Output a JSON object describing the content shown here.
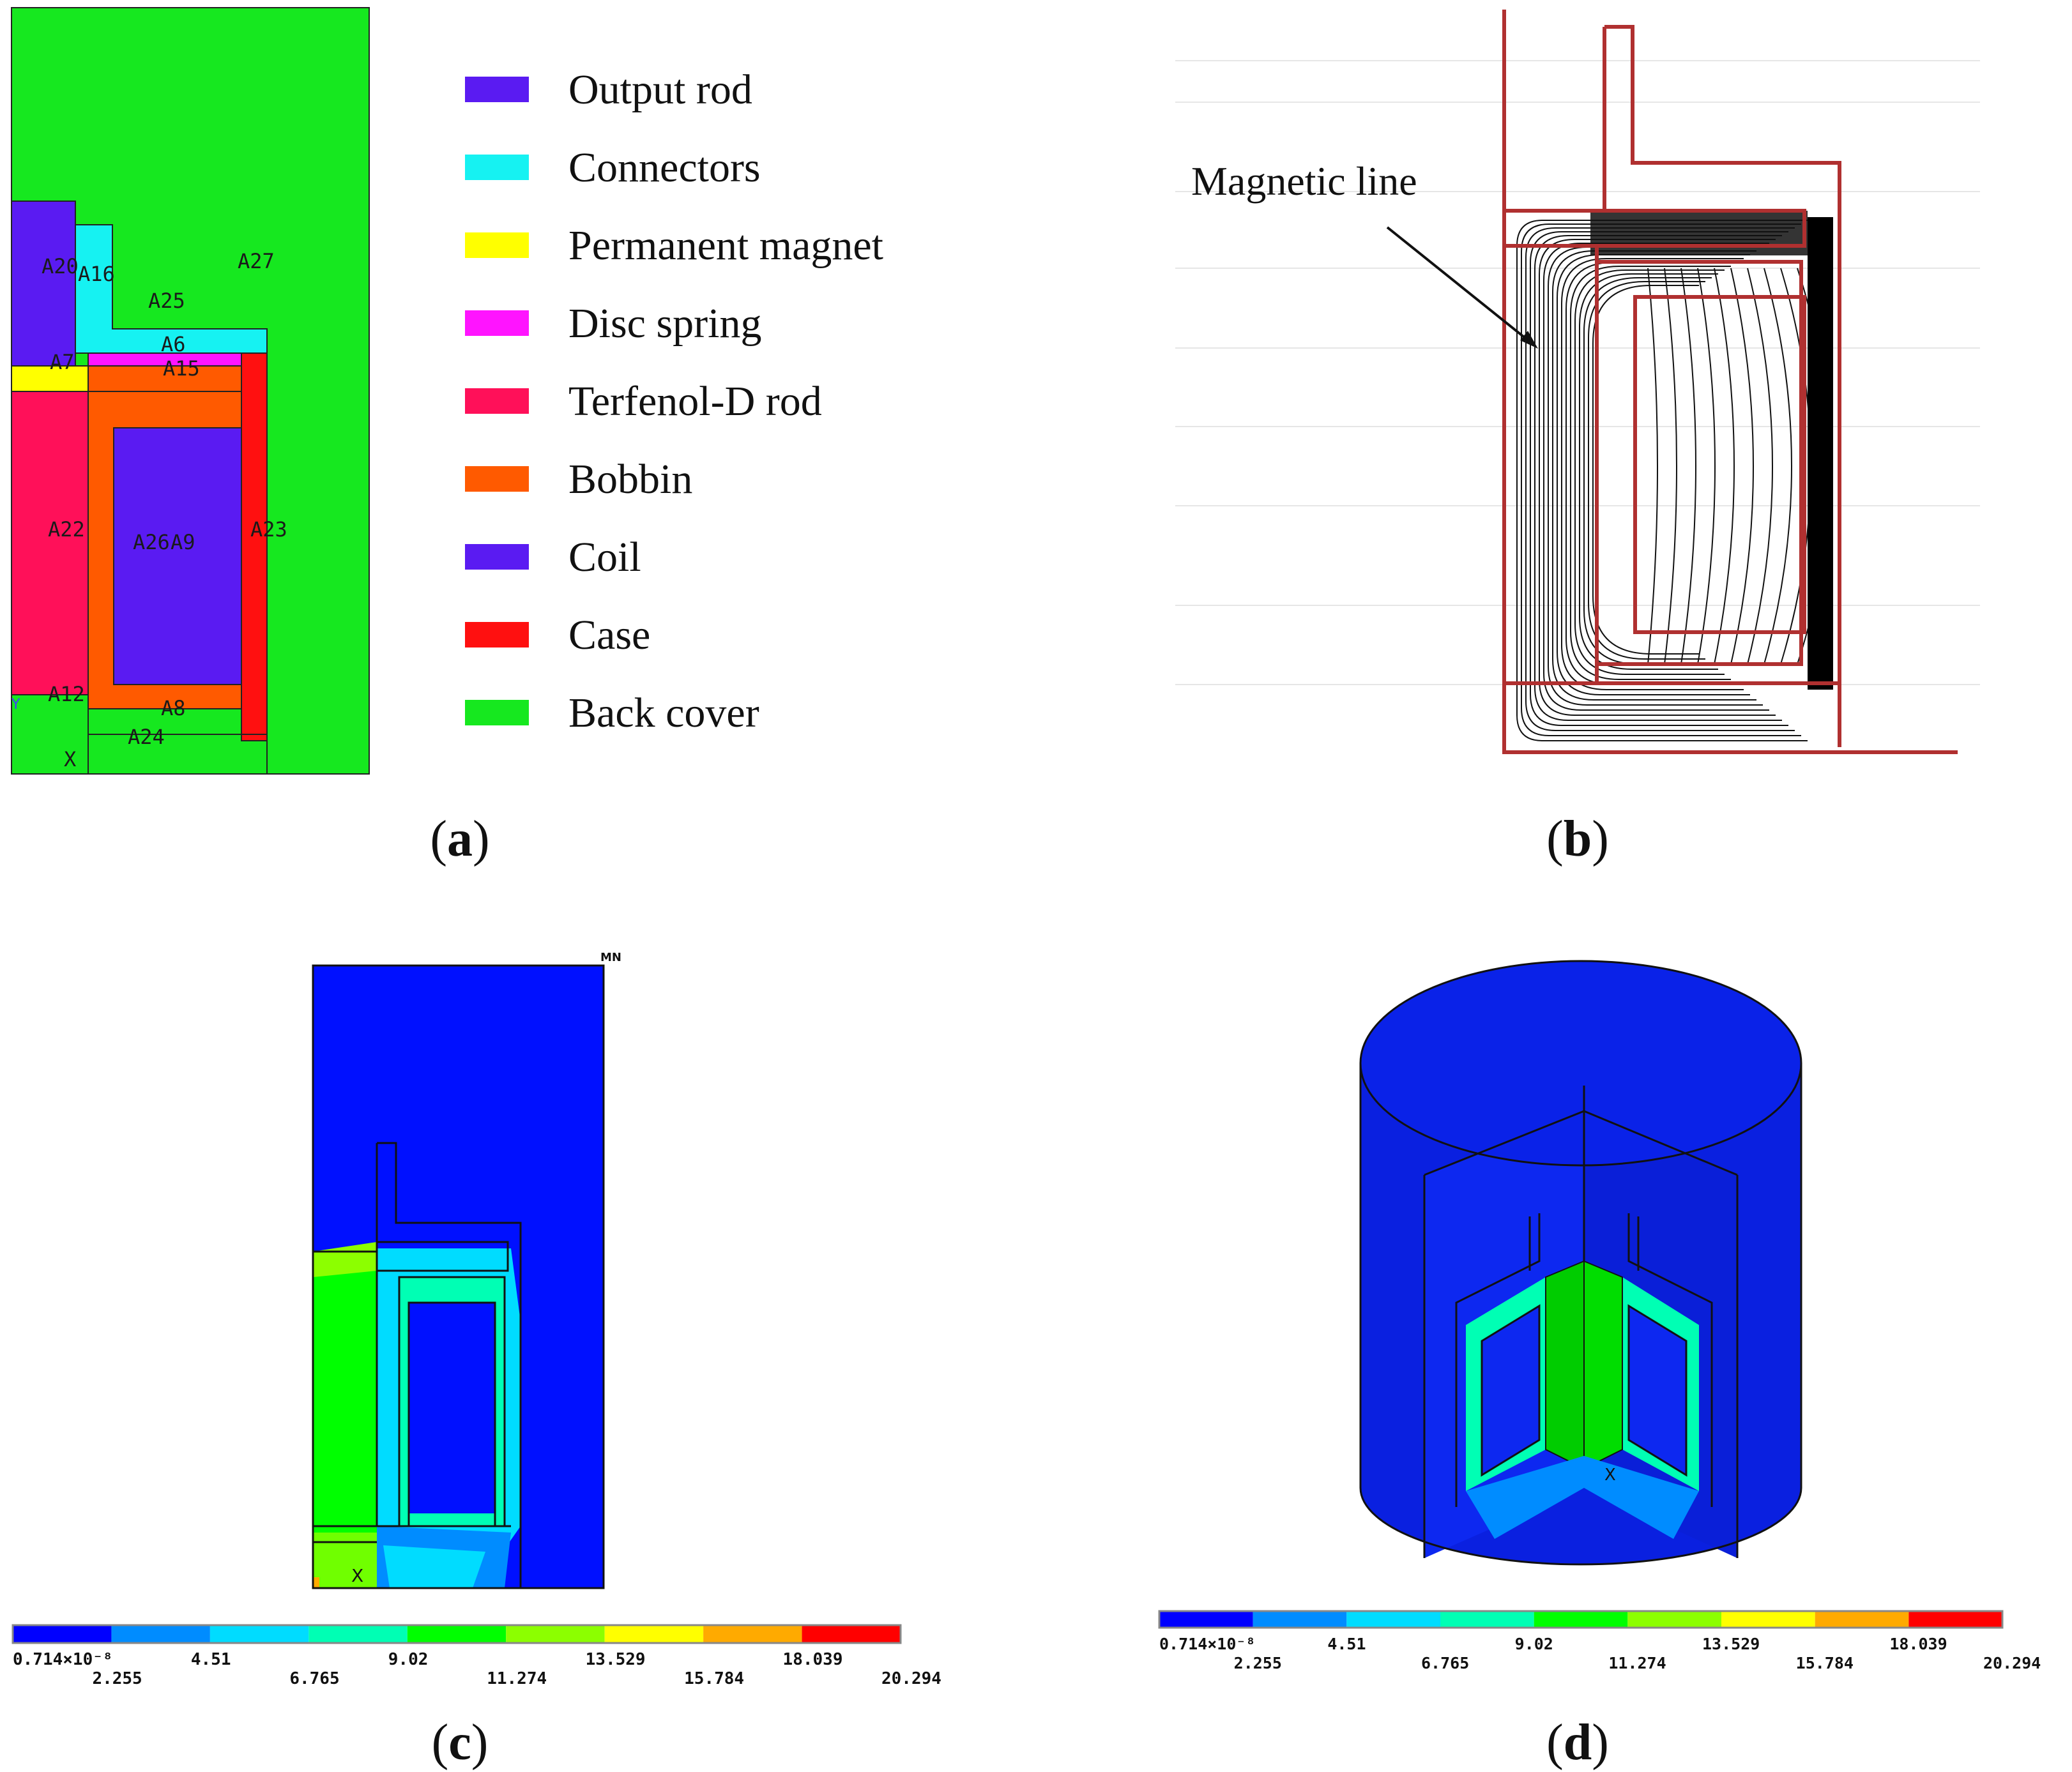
{
  "panel_a": {
    "caption_open": "(",
    "caption_letter": "a",
    "caption_close": ")",
    "area_labels": [
      "A20",
      "A16",
      "A27",
      "A25",
      "A6",
      "A7",
      "A15",
      "A22",
      "A26",
      "A9",
      "A23",
      "A12",
      "A8",
      "A24"
    ],
    "axis_label": "X",
    "legend": [
      {
        "label": "Output rod",
        "color": "#5a1bf2"
      },
      {
        "label": "Connectors",
        "color": "#16f2f2"
      },
      {
        "label": "Permanent magnet",
        "color": "#ffff00"
      },
      {
        "label": "Disc spring",
        "color": "#ff14ff"
      },
      {
        "label": "Terfenol-D rod",
        "color": "#ff1059"
      },
      {
        "label": "Bobbin",
        "color": "#ff5a00"
      },
      {
        "label": "Coil",
        "color": "#5a1bf2"
      },
      {
        "label": "Case",
        "color": "#ff1010"
      },
      {
        "label": "Back cover",
        "color": "#16e81f"
      }
    ]
  },
  "panel_b": {
    "caption_open": "(",
    "caption_letter": "b",
    "caption_close": ")",
    "annotation": "Magnetic line"
  },
  "panel_c": {
    "caption_open": "(",
    "caption_letter": "c",
    "caption_close": ")",
    "corner_label": "MN",
    "axis_label": "X"
  },
  "panel_d": {
    "caption_open": "(",
    "caption_letter": "d",
    "caption_close": ")",
    "axis_label": "X"
  },
  "colorbar": {
    "colors": [
      "#0000ff",
      "#008cff",
      "#00dcff",
      "#00ffb4",
      "#00ff00",
      "#8cff00",
      "#ffff00",
      "#ffaa00",
      "#ff0000"
    ],
    "top_labels": [
      "0.714×10⁻⁸",
      "4.51",
      "9.02",
      "13.529",
      "18.039"
    ],
    "bottom_labels": [
      "2.255",
      "6.765",
      "11.274",
      "15.784",
      "20.294"
    ]
  }
}
